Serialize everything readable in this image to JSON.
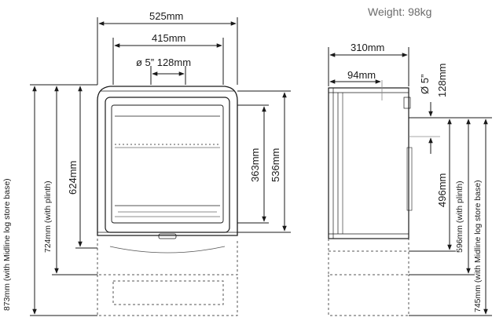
{
  "weight_label": "Weight: 98kg",
  "front": {
    "width_overall": "525mm",
    "width_inner": "415mm",
    "flue_label": "ø  5” 128mm",
    "height_midline": "873mm (with Midline log store base)",
    "height_plinth": "724mm (with plinth)",
    "height_body": "624mm",
    "glass_height": "363mm",
    "door_height": "536mm"
  },
  "side": {
    "depth_overall": "310mm",
    "flue_offset": "94mm",
    "flue_diameter": "Ø 5”",
    "flue_diameter_mm": "128mm",
    "height_body": "496mm",
    "height_plinth": "596mm (with plinth)",
    "height_midline": "745mm (with Midline log store base)"
  },
  "colors": {
    "line": "#1a1a1a",
    "dashed": "#555555",
    "guide": "#8a8a8a",
    "weight_text": "#6b6b6b"
  }
}
